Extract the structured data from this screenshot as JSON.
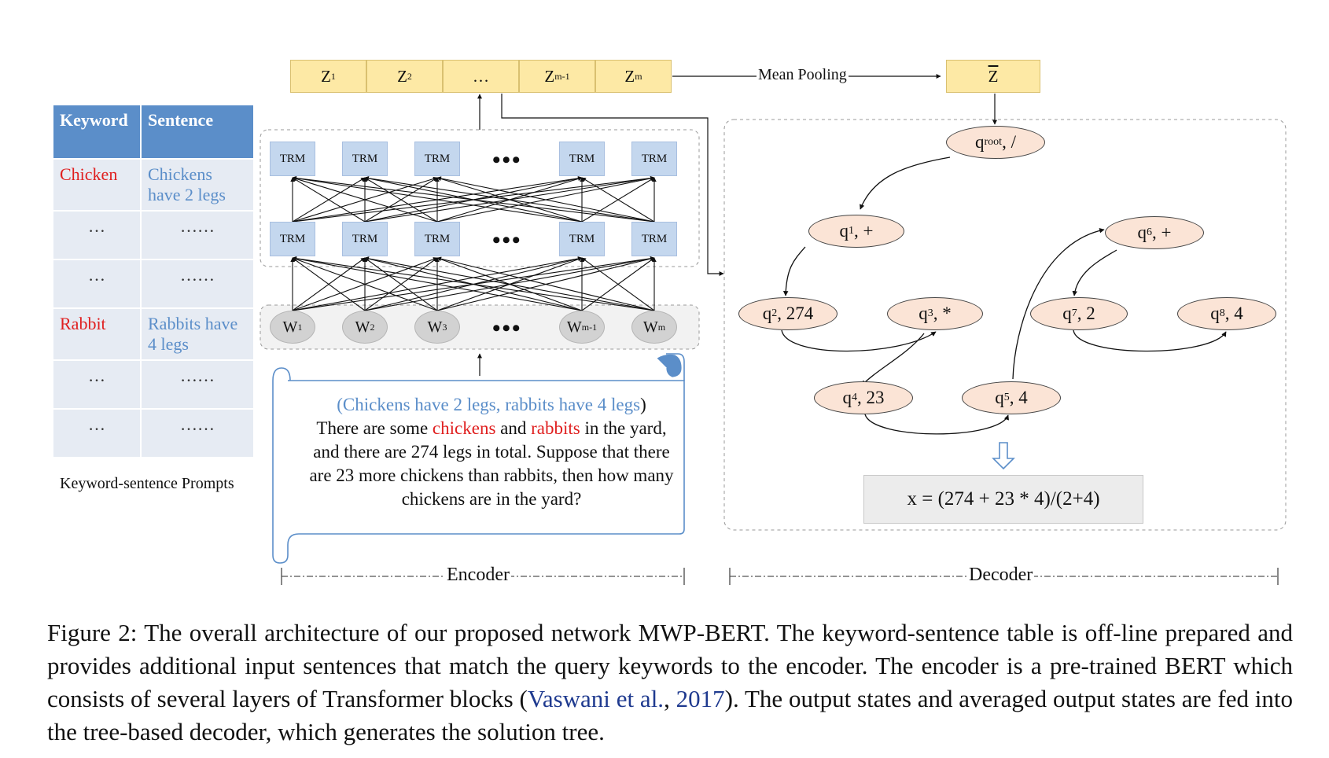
{
  "keyword_table": {
    "headers": [
      "Keyword",
      "Sentence"
    ],
    "rows": [
      {
        "keyword": "Chicken",
        "sentence": "Chickens have 2 legs"
      },
      {
        "keyword": "…",
        "sentence": "……"
      },
      {
        "keyword": "…",
        "sentence": "……"
      },
      {
        "keyword": "Rabbit",
        "sentence": "Rabbits have 4 legs"
      },
      {
        "keyword": "…",
        "sentence": "……"
      },
      {
        "keyword": "…",
        "sentence": "……"
      }
    ],
    "caption": "Keyword-sentence Prompts"
  },
  "output_states": {
    "tokens": [
      "Z",
      "Z",
      "…",
      "Z",
      "Z"
    ],
    "subscripts": [
      "1",
      "2",
      "",
      "m-1",
      "m"
    ],
    "pooling_label": "Mean Pooling",
    "pooled": "Z"
  },
  "encoder": {
    "trm_label": "TRM",
    "ellipsis": "•••",
    "inputs": [
      "W",
      "W",
      "W",
      "W",
      "W"
    ],
    "input_subscripts": [
      "1",
      "2",
      "3",
      "m-1",
      "m"
    ],
    "label": "Encoder"
  },
  "problem_text": {
    "prompt_open": "(",
    "prompt": "Chickens have 2 legs, rabbits have 4 legs",
    "prompt_close": ")",
    "part1": "There are some ",
    "kw1": "chickens",
    "part2": " and ",
    "kw2": "rabbits",
    "part3": " in the yard, and there are 274 legs in total. Suppose that there are 23 more chickens than rabbits, then how many chickens are in the yard?"
  },
  "decoder": {
    "label": "Decoder",
    "nodes": [
      {
        "q": "q",
        "sub": "root",
        "val": ", /"
      },
      {
        "q": "q",
        "sub": "1",
        "val": ", +"
      },
      {
        "q": "q",
        "sub": "2",
        "val": ", 274"
      },
      {
        "q": "q",
        "sub": "3",
        "val": ", *"
      },
      {
        "q": "q",
        "sub": "4",
        "val": ", 23"
      },
      {
        "q": "q",
        "sub": "5",
        "val": ", 4"
      },
      {
        "q": "q",
        "sub": "6",
        "val": ", +"
      },
      {
        "q": "q",
        "sub": "7",
        "val": ", 2"
      },
      {
        "q": "q",
        "sub": "8",
        "val": ", 4"
      }
    ],
    "equation": "x = (274 + 23 * 4)/(2+4)"
  },
  "caption": {
    "main": "Figure 2: The overall architecture of our proposed network MWP-BERT. The keyword-sentence table is off-line prepared and provides additional input sentences that match the query keywords to the encoder. The encoder is a pre-trained BERT which consists of several layers of Transformer blocks (",
    "cite_author": "Vaswani et al.",
    "cite_sep": ", ",
    "cite_year": "2017",
    "end": "). The output states and averaged output states are fed into the tree-based decoder, which generates the solution tree."
  },
  "colors": {
    "keyword_red": "#e02020",
    "prompt_blue": "#5b8ec9",
    "table_header": "#5b8ec9",
    "z_yellow": "#fde9a5",
    "trm_blue": "#c4d7ee",
    "node_peach": "#fbe4d6"
  }
}
